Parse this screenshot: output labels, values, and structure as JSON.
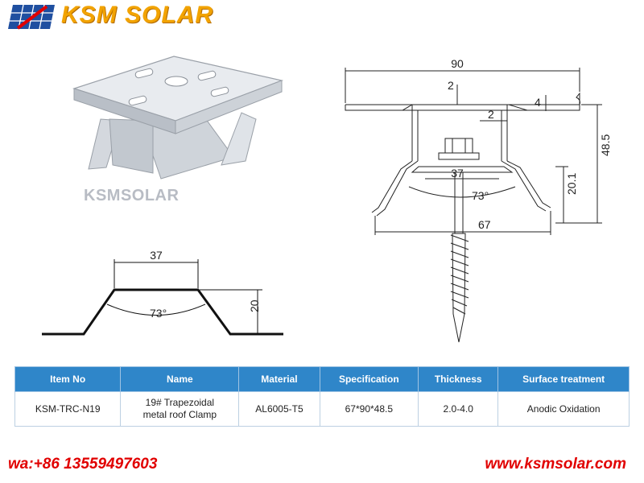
{
  "header": {
    "brand": "KSM SOLAR",
    "logo_icon": "solar-panel-icon",
    "brand_color": "#f2a300"
  },
  "product_photo": {
    "watermark": "KSMSOLAR"
  },
  "cross_section": {
    "dim_width": "90",
    "dim_top_thickness": "2",
    "dim_flange_thickness": "4",
    "dim_wall_thickness": "2",
    "dim_inner_width": "37",
    "dim_angle": "73°",
    "dim_bottom_width": "67",
    "dim_lower_height": "20.1",
    "dim_total_height": "48.5"
  },
  "roof_profile": {
    "dim_top_width": "37",
    "dim_angle": "73°",
    "dim_height": "20"
  },
  "spec_table": {
    "headers": [
      "Item No",
      "Name",
      "Material",
      "Specification",
      "Thickness",
      "Surface treatment"
    ],
    "row": {
      "item_no": "KSM-TRC-N19",
      "name_line1": "19# Trapezoidal",
      "name_line2": "metal roof Clamp",
      "material": "AL6005-T5",
      "specification": "67*90*48.5",
      "thickness": "2.0-4.0",
      "surface_treatment": "Anodic Oxidation"
    },
    "header_color": "#2f86c9"
  },
  "footer": {
    "contact": "wa:+86 13559497603",
    "website": "www.ksmsolar.com",
    "accent_color": "#e10000"
  }
}
